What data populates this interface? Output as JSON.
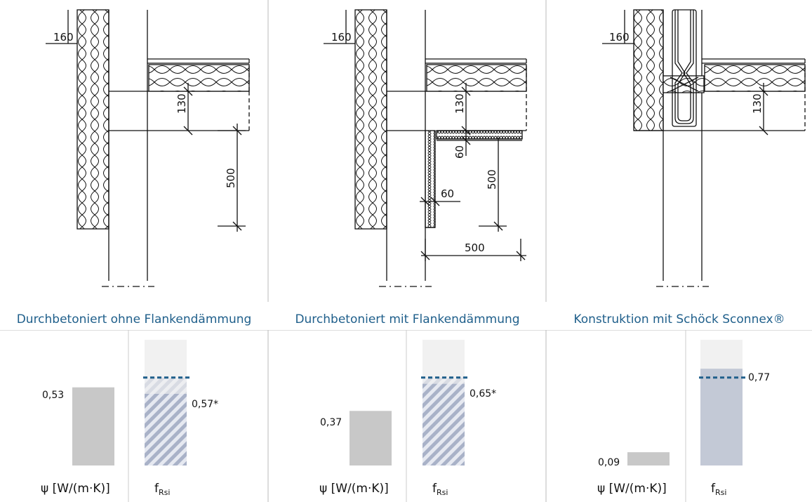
{
  "panels": [
    {
      "title": "Durchbetoniert ohne Flankendämmung",
      "dimensions": {
        "wall_insulation": "160",
        "slab": "130",
        "flank_height": "500"
      },
      "psi": {
        "label": "0,53",
        "value": 0.53
      },
      "frsi": {
        "label": "0,57*",
        "value": 0.57
      },
      "axis_psi": "ψ [W/(m·K)]",
      "axis_frsi_main": "f",
      "axis_frsi_sub": "Rsi"
    },
    {
      "title": "Durchbetoniert mit Flankendämmung",
      "dimensions": {
        "wall_insulation": "160",
        "slab": "130",
        "flank_thick_h": "60",
        "flank_thick_v": "60",
        "flank_height": "500",
        "flank_width": "500"
      },
      "psi": {
        "label": "0,37",
        "value": 0.37
      },
      "frsi": {
        "label": "0,65*",
        "value": 0.65
      },
      "axis_psi": "ψ [W/(m·K)]",
      "axis_frsi_main": "f",
      "axis_frsi_sub": "Rsi"
    },
    {
      "title": "Konstruktion mit Schöck Sconnex®",
      "dimensions": {
        "wall_insulation": "160",
        "slab": "130"
      },
      "psi": {
        "label": "0,09",
        "value": 0.09
      },
      "frsi": {
        "label": "0,77",
        "value": 0.77
      },
      "axis_psi": "ψ [W/(m·K)]",
      "axis_frsi_main": "f",
      "axis_frsi_sub": "Rsi"
    }
  ],
  "frsi_limit": 0.7,
  "colors": {
    "title": "#1f5f8b",
    "psi_bar": "#c8c8c8",
    "hatch": "#a9b2c8",
    "solid_frsi": "#c3c9d6",
    "limit_line": "#1f5f8b",
    "bg_bar": "#f1f1f1"
  }
}
